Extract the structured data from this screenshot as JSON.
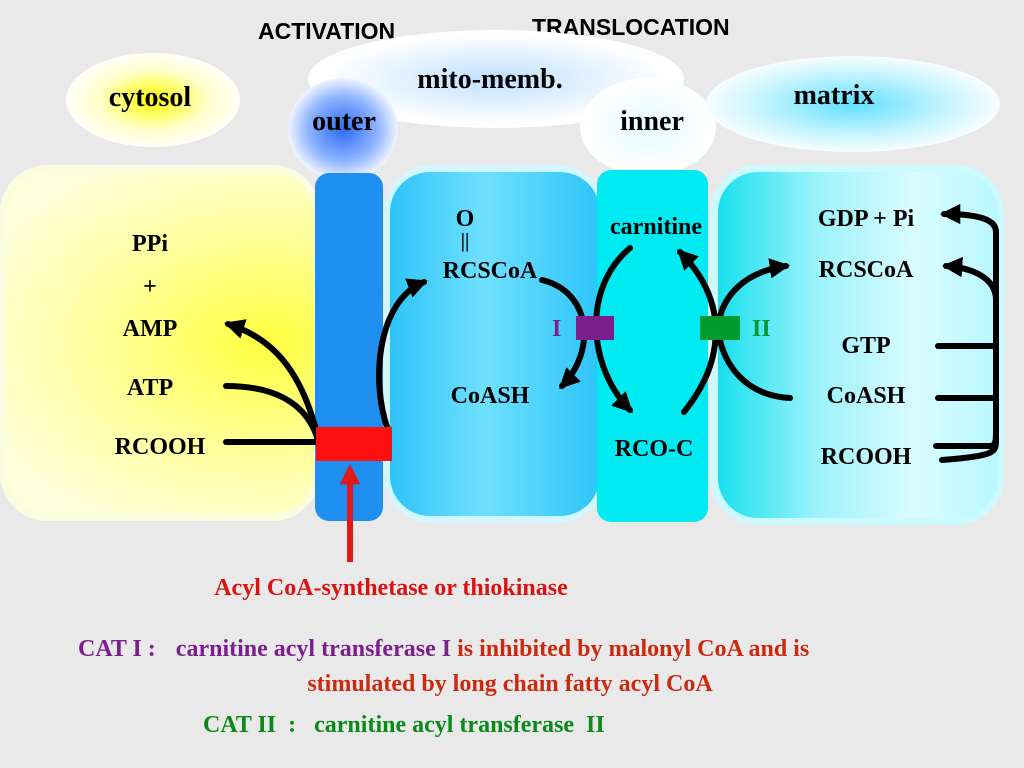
{
  "headers": {
    "activation": "ACTIVATION",
    "translocation": "TRANSLOCATION"
  },
  "bubbles": {
    "cytosol": "cytosol",
    "mito_memb": "mito-memb.",
    "outer": "outer",
    "inner": "inner",
    "matrix": "matrix"
  },
  "cytosol_panel": {
    "ppi": "PPi",
    "plus": "+",
    "amp": "AMP",
    "atp": "ATP",
    "rcooh": "RCOOH"
  },
  "intermembrane": {
    "oxygen": "O",
    "double_bond": "||",
    "rcscoa": "RCSCoA",
    "coash": "CoASH"
  },
  "inner_membrane": {
    "carnitine": "carnitine",
    "rcoc": "RCO-C",
    "cat1_label": "I",
    "cat2_label": "II"
  },
  "matrix_panel": {
    "gdp_pi": "GDP + Pi",
    "rcscoa": "RCSCoA",
    "gtp": "GTP",
    "coash": "CoASH",
    "rcooh": "RCOOH"
  },
  "enzyme_label": "Acyl CoA-synthetase or thiokinase",
  "notes": {
    "cat1_prefix": "CAT I  :",
    "cat1_name": "carnitine acyl transferase I",
    "cat1_rest_line1": "is inhibited by malonyl CoA and is",
    "cat1_rest_line2": "stimulated by long chain fatty acyl CoA",
    "cat2": "CAT II  :   carnitine acyl transferase  II"
  },
  "colors": {
    "cat1_purple": "#7a1f8c",
    "cat2_green": "#009a2e",
    "enzyme_red": "#dd1111",
    "note_red": "#cc2a10",
    "note_green": "#0a8a18",
    "outer_membrane": "#1e8ef0",
    "inner_membrane": "#00e8f0"
  }
}
